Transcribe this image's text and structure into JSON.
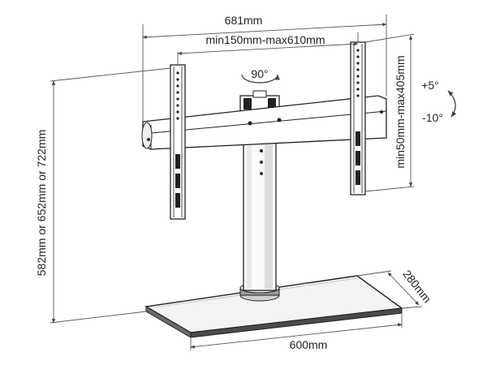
{
  "dimensions": {
    "overall_width": "681mm",
    "vesa_width": "min150mm-max610mm",
    "vesa_height": "min50mm-max405mm",
    "height_options": "582mm or 652mm or 722mm",
    "base_width": "600mm",
    "base_depth": "280mm"
  },
  "motion": {
    "swivel": "90°",
    "tilt_up": "+5°",
    "tilt_down": "-10°"
  }
}
